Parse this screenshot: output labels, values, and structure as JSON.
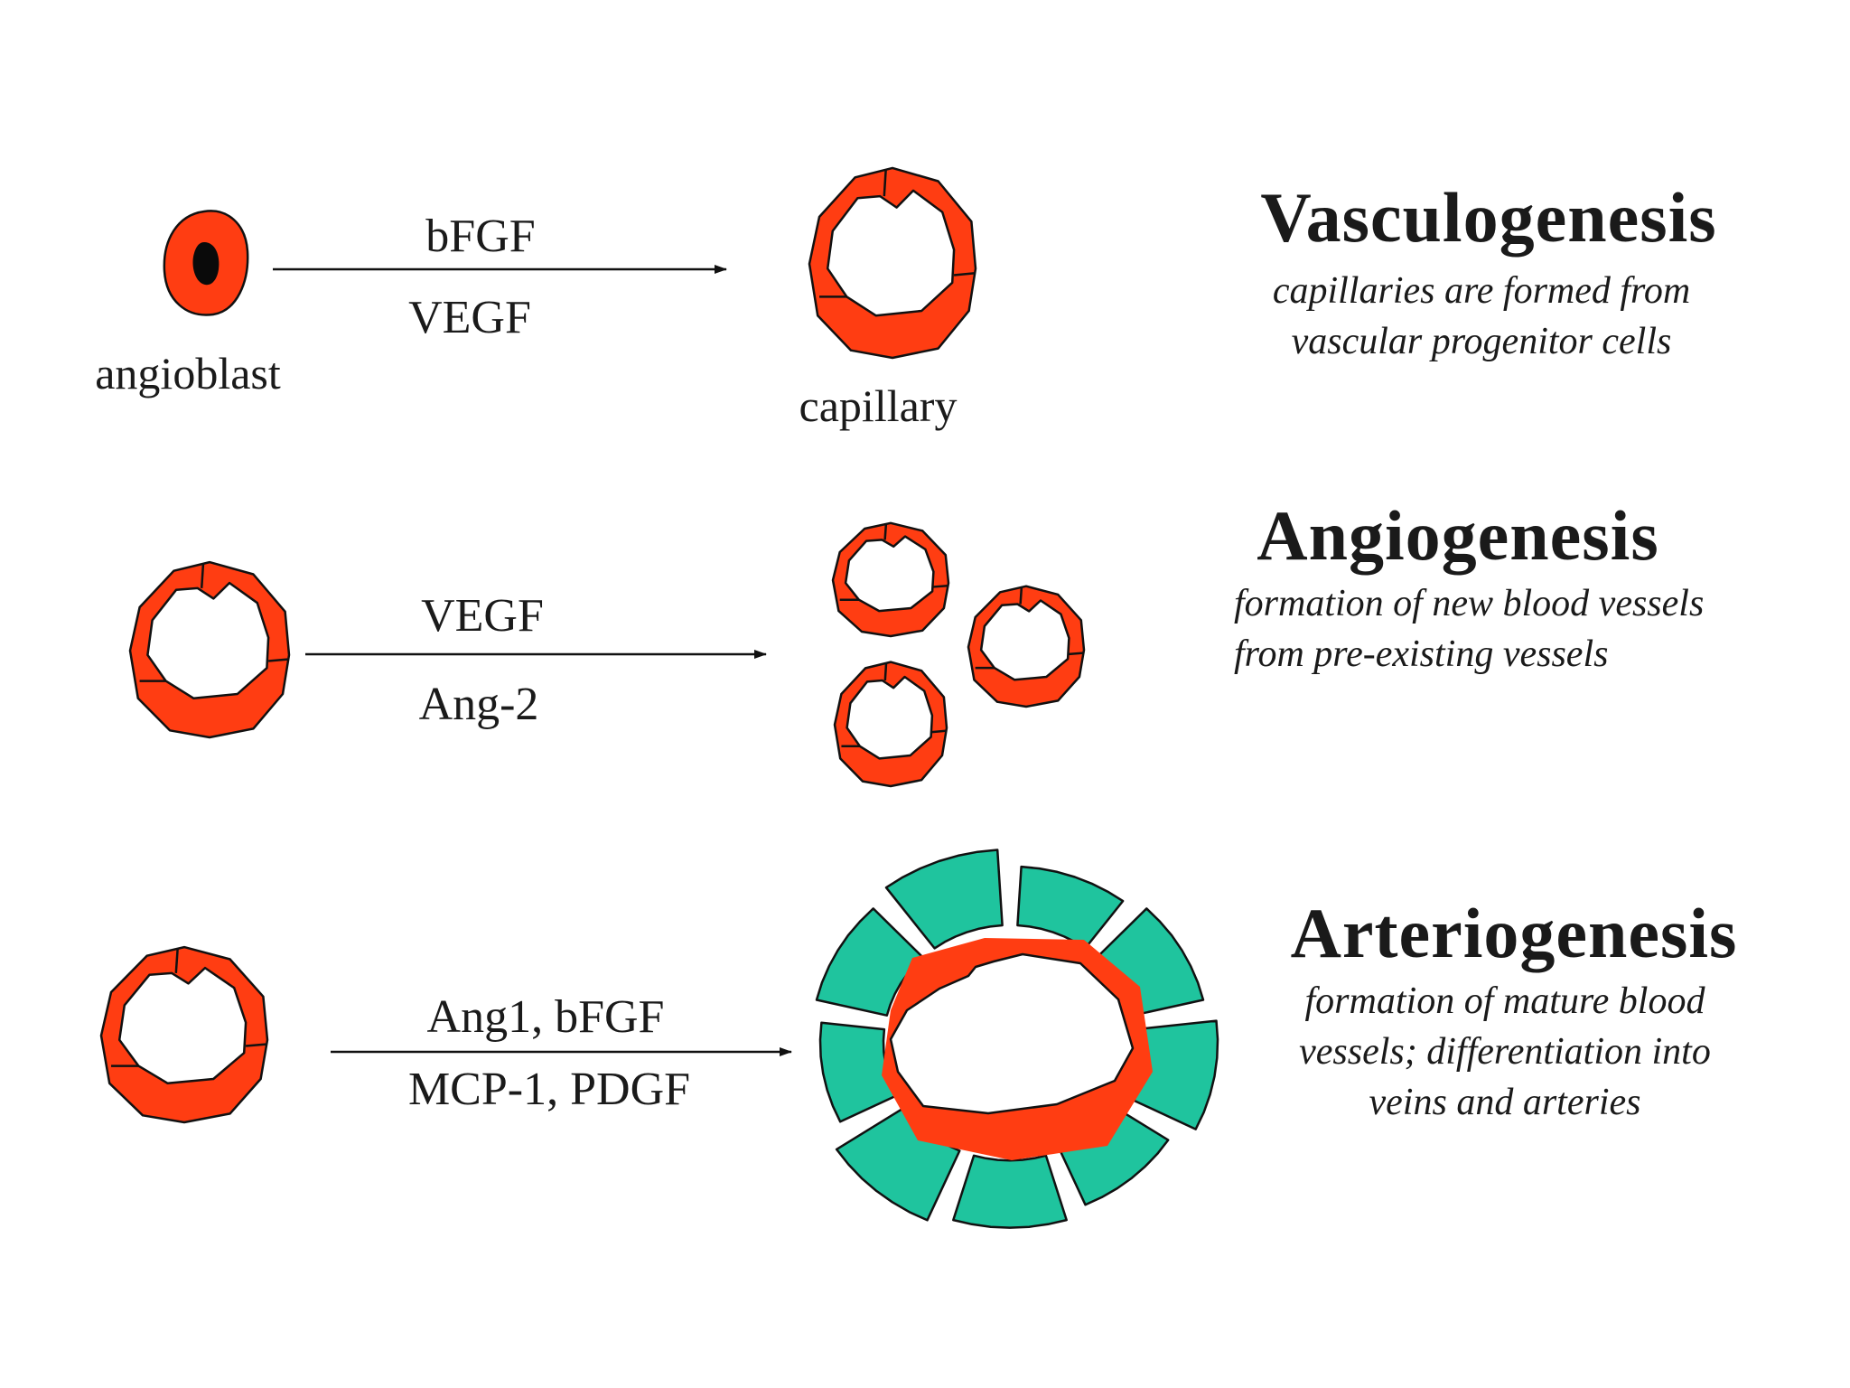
{
  "colors": {
    "endothelium": "#ff3d12",
    "smooth_muscle": "#1fc49e",
    "outline": "#111111",
    "nucleus": "#0a0a0a"
  },
  "rows": [
    {
      "title": "Vasculogenesis",
      "description": [
        "capillaries are formed from",
        "vascular progenitor cells"
      ],
      "factor_top": "bFGF",
      "factor_bottom": "VEGF",
      "left_label": "angioblast",
      "right_label": "capillary"
    },
    {
      "title": "Angiogenesis",
      "description": [
        "formation of new blood vessels",
        "from pre-existing vessels"
      ],
      "factor_top": "VEGF",
      "factor_bottom": "Ang-2"
    },
    {
      "title": "Arteriogenesis",
      "description": [
        "formation of mature blood",
        "vessels; differentiation into",
        "veins and arteries"
      ],
      "factor_top": "Ang1, bFGF",
      "factor_bottom": "MCP-1, PDGF"
    }
  ]
}
